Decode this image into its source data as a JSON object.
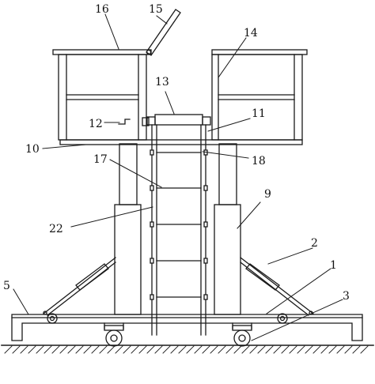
{
  "figure": {
    "callouts": [
      {
        "id": "label-1",
        "text": "1"
      },
      {
        "id": "label-2",
        "text": "2"
      },
      {
        "id": "label-3",
        "text": "3"
      },
      {
        "id": "label-5",
        "text": "5"
      },
      {
        "id": "label-9",
        "text": "9"
      },
      {
        "id": "label-10",
        "text": "10"
      },
      {
        "id": "label-11",
        "text": "11"
      },
      {
        "id": "label-12",
        "text": "12"
      },
      {
        "id": "label-13",
        "text": "13"
      },
      {
        "id": "label-14",
        "text": "14"
      },
      {
        "id": "label-15",
        "text": "15"
      },
      {
        "id": "label-16",
        "text": "16"
      },
      {
        "id": "label-17",
        "text": "17"
      },
      {
        "id": "label-18",
        "text": "18"
      },
      {
        "id": "label-22",
        "text": "22"
      }
    ]
  }
}
